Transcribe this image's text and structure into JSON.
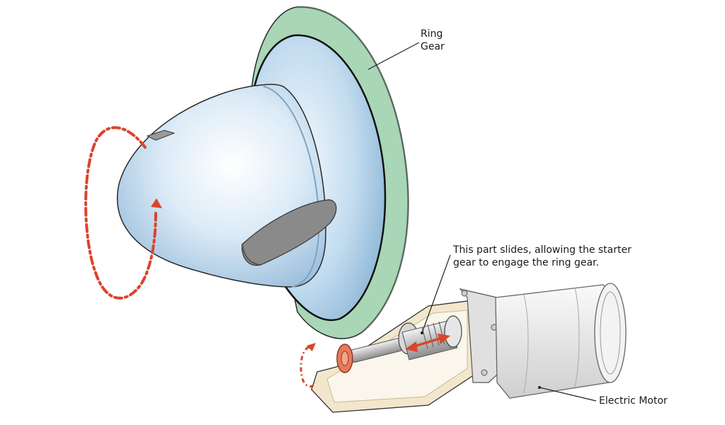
{
  "labels": {
    "ring_gear": [
      "Ring",
      "Gear"
    ],
    "slide_note": [
      "This part slides, allowing the starter",
      "gear to engage the ring gear."
    ],
    "electric_motor": "Electric Motor"
  },
  "colors": {
    "ring_gear": "#a9d6b6",
    "spinner_body": "#bcd9ee",
    "blade": "#8a8a8a",
    "rotation_arrow": "#d9452b",
    "housing": "#e8d8b8",
    "starter_pinion": "#e77a5b",
    "motor_body": "#ececec"
  }
}
